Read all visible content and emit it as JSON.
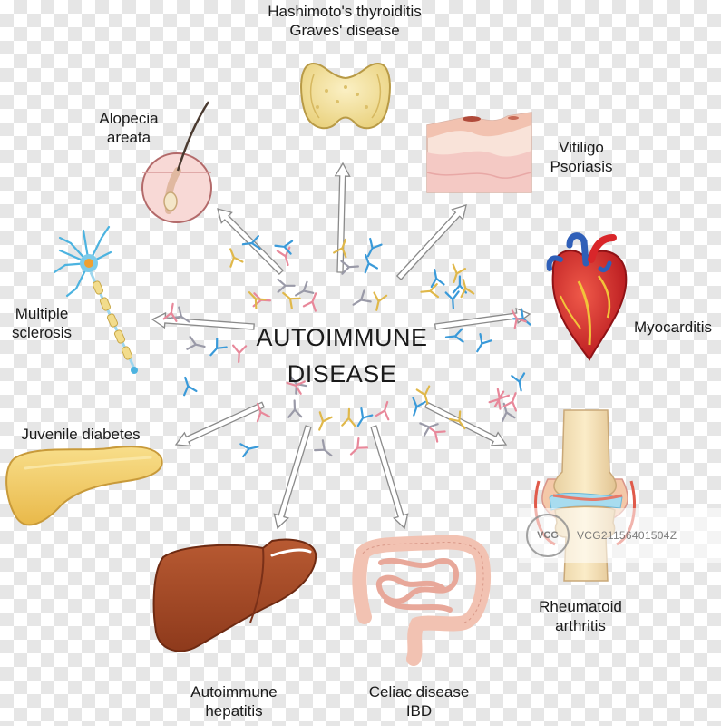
{
  "center": {
    "line1": "AUTOIMMUNE",
    "line2": "DISEASE"
  },
  "organs": {
    "thyroid": {
      "line1": "Hashimoto's thyroiditis",
      "line2": "Graves' disease",
      "icon": "thyroid-icon"
    },
    "skin": {
      "line1": "Vitiligo",
      "line2": "Psoriasis",
      "icon": "skin-icon"
    },
    "hair": {
      "line1": "Alopecia",
      "line2": "areata",
      "icon": "hair-follicle-icon"
    },
    "nerve": {
      "line1": "Multiple",
      "line2": "sclerosis",
      "icon": "neuron-icon"
    },
    "heart": {
      "line1": "Myocarditis",
      "icon": "heart-icon"
    },
    "pancreas": {
      "line1": "Juvenile diabetes",
      "icon": "pancreas-icon"
    },
    "joint": {
      "line1": "Rheumatoid",
      "line2": "arthritis",
      "icon": "knee-joint-icon"
    },
    "liver": {
      "line1": "Autoimmune",
      "line2": "hepatitis",
      "icon": "liver-icon"
    },
    "intestine": {
      "line1": "Celiac disease",
      "line2": "IBD",
      "icon": "intestine-icon"
    }
  },
  "watermark": {
    "logo": "VCG",
    "id": "VCG21156401504Z"
  },
  "colors": {
    "antibody_blue": "#3a9ad9",
    "antibody_gold": "#e0b84a",
    "antibody_pink": "#e8889a",
    "antibody_grey": "#9a9aa8",
    "thyroid": "#f5e3a0",
    "heart": "#d9262a",
    "liver": "#a84a2a",
    "pancreas": "#f2cf6a",
    "intestine": "#f6cfc0",
    "skin": "#f6d0c6"
  }
}
